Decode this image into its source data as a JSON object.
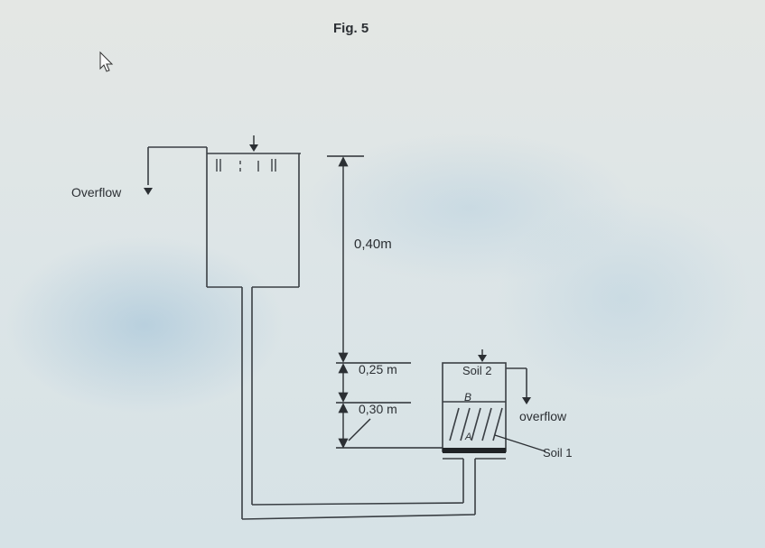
{
  "figure": {
    "title": "Fig. 5",
    "labels": {
      "overflow_left": "Overflow",
      "height_upper": "0,40m",
      "height_middle": "0,25 m",
      "height_lower": "0,30 m",
      "soil_2": "Soil 2",
      "soil_marker_b": "B",
      "soil_marker_a": "A",
      "overflow_right": "overflow",
      "soil_1": "Soil 1"
    }
  },
  "icons": {
    "cursor": "mouse-pointer-icon"
  }
}
